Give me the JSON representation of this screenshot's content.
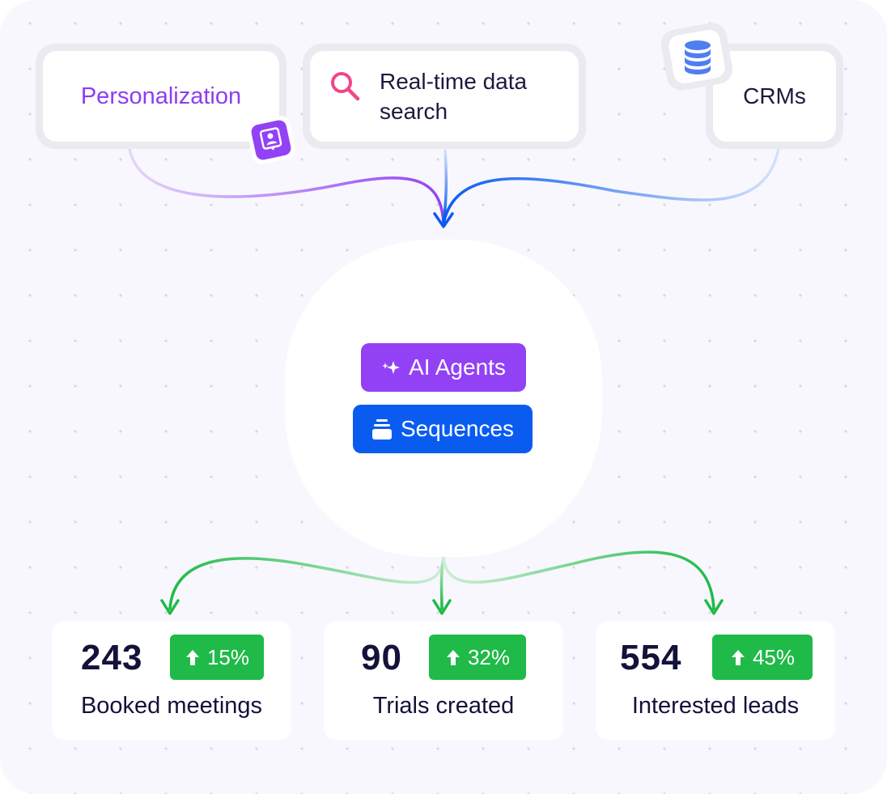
{
  "sources": {
    "personalization": {
      "label": "Personalization",
      "icon": "user-card-icon"
    },
    "search": {
      "line1": "Real-time data",
      "line2": "search",
      "icon": "search-icon"
    },
    "crm": {
      "label": "CRMs",
      "icon": "database-icon"
    }
  },
  "hub": {
    "ai_agents": {
      "label": "AI Agents",
      "icon": "sparkles-icon"
    },
    "sequences": {
      "label": "Sequences",
      "icon": "stack-icon"
    }
  },
  "results": [
    {
      "value": "243",
      "change": "15%",
      "label": "Booked meetings"
    },
    {
      "value": "90",
      "change": "32%",
      "label": "Trials created"
    },
    {
      "value": "554",
      "change": "45%",
      "label": "Interested leads"
    }
  ],
  "colors": {
    "purple": "#9341f5",
    "blue": "#0a5cf0",
    "green": "#1fba48",
    "text_dark": "#12123a"
  }
}
